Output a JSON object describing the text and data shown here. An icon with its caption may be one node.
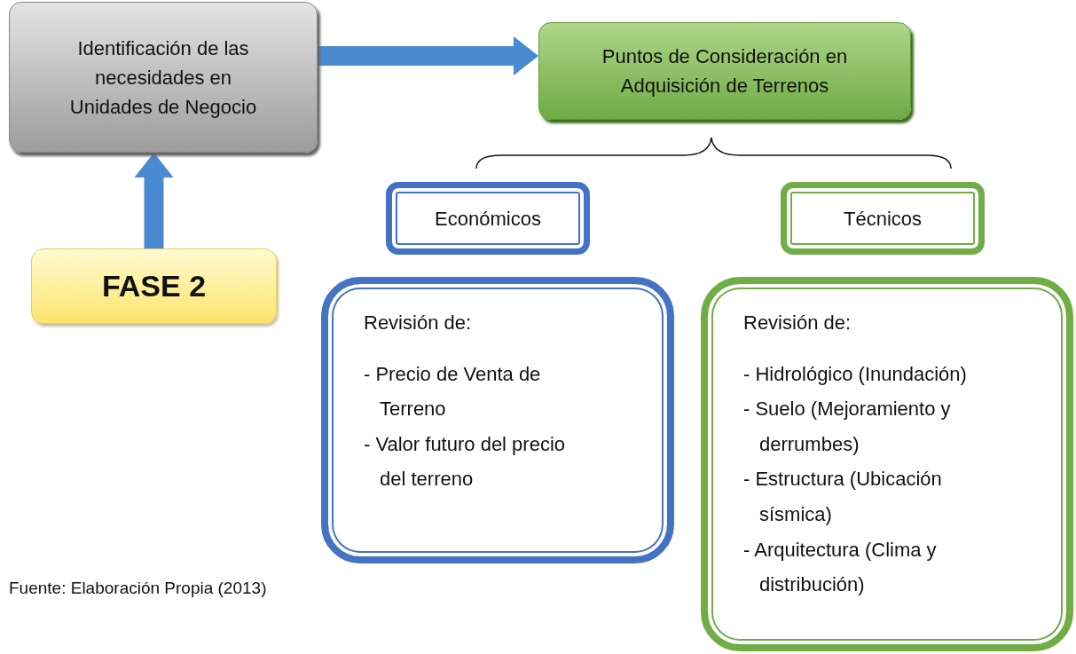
{
  "diagram": {
    "nodes": [
      {
        "text": [
          "Identificación de las necesidades en Unidades de Negocio"
        ]
      },
      {
        "text": [
          "Puntos de Consideración en Adquisición de Terrenos"
        ]
      },
      {
        "text": [
          "FASE 2"
        ]
      },
      {
        "text": [
          "Económicos"
        ]
      },
      {
        "text": [
          "Técnicos"
        ]
      },
      {
        "text": [
          "Revisión de:",
          "- Precio de Venta de Terreno",
          "- Valor futuro del precio del terreno"
        ]
      },
      {
        "text": [
          "Revisión de:",
          "- Hidrológico (Inundación)",
          "- Suelo (Mejoramiento y derrumbes)",
          "- Estructura (Ubicación sísmica)",
          "- Arquitectura (Clima y distribución)"
        ]
      }
    ],
    "edges": [
      {
        "from": 2,
        "to": 0,
        "arrow": "to"
      },
      {
        "from": 0,
        "to": 1,
        "arrow": "to"
      }
    ],
    "labels": [
      "Fuente: Elaboración Propia (2013)"
    ]
  }
}
